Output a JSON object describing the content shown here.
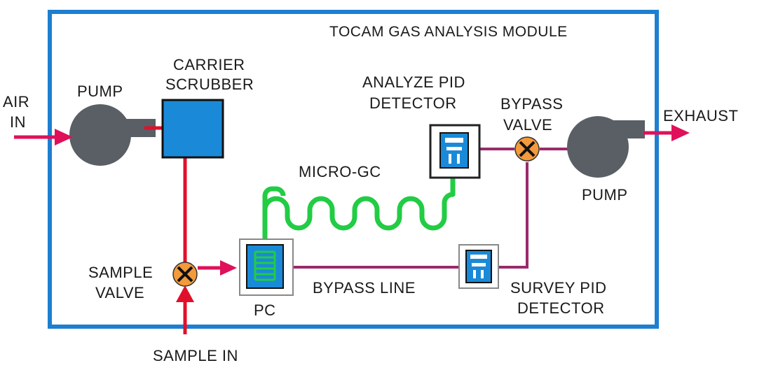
{
  "title": "TOCAM GAS ANALYSIS MODULE",
  "labels": {
    "air_in_1": "AIR",
    "air_in_2": "IN",
    "pump_left": "PUMP",
    "carrier_scrubber_1": "CARRIER",
    "carrier_scrubber_2": "SCRUBBER",
    "analyze_pid_1": "ANALYZE PID",
    "analyze_pid_2": "DETECTOR",
    "bypass_valve_1": "BYPASS",
    "bypass_valve_2": "VALVE",
    "exhaust": "EXHAUST",
    "micro_gc": "MICRO-GC",
    "pump_right": "PUMP",
    "sample_valve_1": "SAMPLE",
    "sample_valve_2": "VALVE",
    "pc": "PC",
    "bypass_line": "BYPASS LINE",
    "survey_pid_1": "SURVEY PID",
    "survey_pid_2": "DETECTOR",
    "sample_in": "SAMPLE IN"
  },
  "colors": {
    "module_border": "#1e7fd0",
    "pump": "#5a5f66",
    "scrubber": "#1a8ad8",
    "red_line": "#e0102a",
    "arrow": "#e0105a",
    "green_line": "#22cc44",
    "purple_line": "#9a2a6a",
    "valve": "#f39a3a",
    "detector_fill": "#1a8ad8"
  }
}
